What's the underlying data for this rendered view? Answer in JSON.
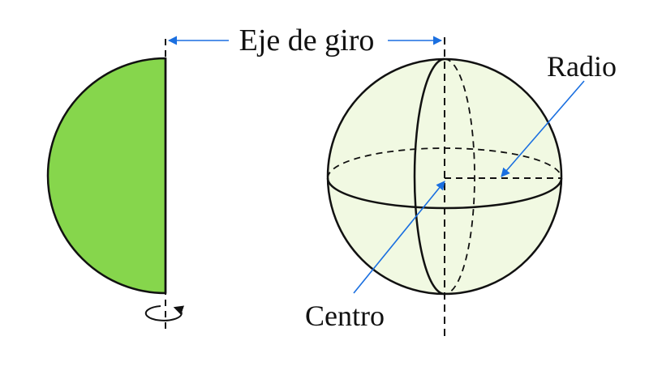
{
  "labels": {
    "axis": "Eje de giro",
    "radius": "Radio",
    "center": "Centro"
  },
  "colors": {
    "half_disk_fill": "#86d64c",
    "sphere_fill": "#f1f9e2",
    "arrow": "#1a6fe0",
    "line": "#111111"
  }
}
